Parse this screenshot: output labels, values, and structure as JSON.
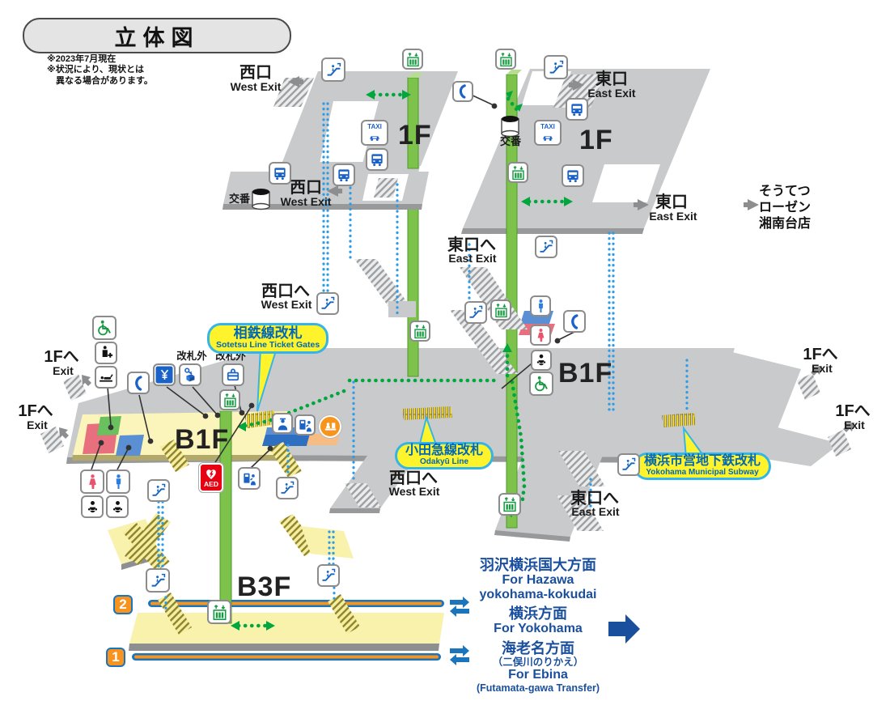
{
  "title": "立体図",
  "notes": {
    "line1": "※2023年7月現在",
    "line2": "※状況により、現状とは",
    "line3": "異なる場合があります。"
  },
  "floor_labels": {
    "f1_west": "1F",
    "f1_east": "1F",
    "b1f_west": "B1F",
    "b1f_east": "B1F",
    "b3f": "B3F"
  },
  "exit_labels": {
    "west": {
      "jp": "西口",
      "en": "West Exit"
    },
    "east": {
      "jp": "東口",
      "en": "East Exit"
    },
    "to_west": {
      "jp": "西口へ",
      "en": "West Exit"
    },
    "to_east": {
      "jp": "東口へ",
      "en": "East Exit"
    },
    "to_1f": {
      "jp": "1Fへ",
      "en": "Exit"
    }
  },
  "callouts": {
    "sotetsu": {
      "jp": "相鉄線改札",
      "en": "Sotetsu Line Ticket Gates"
    },
    "odakyu": {
      "jp": "小田急線改札",
      "en": "Odakyū Line"
    },
    "subway": {
      "jp": "横浜市営地下鉄改札",
      "en": "Yokohama Municipal Subway"
    }
  },
  "facility_labels": {
    "koban": "交番",
    "outside_gates": "改札外",
    "taxi": "TAXI",
    "aed": "AED"
  },
  "store": {
    "line1": "そうてつ",
    "line2": "ローゼン",
    "line3": "湘南台店"
  },
  "platforms": {
    "track2": "2",
    "track1": "1"
  },
  "directions": {
    "hazawa_jp": "羽沢横浜国大方面",
    "hazawa_en1": "For Hazawa",
    "hazawa_en2": "yokohama-kokudai",
    "yokohama_jp": "横浜方面",
    "yokohama_en": "For Yokohama",
    "ebina_jp": "海老名方面",
    "ebina_note_jp": "（二俣川のりかえ）",
    "ebina_en": "For Ebina",
    "ebina_note_en": "(Futamata-gawa Transfer)"
  },
  "icon_legend": {
    "escalator-icon": "escalator",
    "elevator-icon": "elevator",
    "taxi-icon": "taxi stand",
    "bus-icon": "bus stop",
    "phone-icon": "public telephone",
    "wheelchair-icon": "accessible facility",
    "male-toilet-icon": "men's toilet",
    "female-toilet-icon": "women's toilet",
    "baby-icon": "baby care seat",
    "first-aid-icon": "multi-purpose / first-aid room",
    "diaper-icon": "diaper changing station",
    "atm-icon": "ATM (yen)",
    "coin-locker-icon": "coin lockers (outside gates)",
    "baggage-locker-icon": "lockers (outside gates)",
    "staff-gate-icon": "staffed ticket gate",
    "ticket-machine-icon": "ticket vending machine",
    "info-counter-icon": "ticket office / information counter",
    "aed-icon": "AED",
    "police-box-icon": "police box (koban)"
  },
  "colors": {
    "floor_gray": "#c9cacb",
    "floor_edge": "#97999b",
    "paid_area_yellow": "#fbf4bb",
    "platform_yellow": "#f8f2ac",
    "shaft_green": "#7dc24b",
    "route_green": "#00a73c",
    "connector_blue": "#2d9ce8",
    "callout_yellow": "#fff32c",
    "callout_border": "#35b5e7",
    "callout_text": "#0068b7",
    "direction_blue": "#1a4f9d",
    "track_orange": "#f7931e",
    "track_blue": "#1b75bc",
    "icon_blue": "#1b62c8",
    "green": "#169a41",
    "female_red": "#e8536e",
    "male_blue": "#2a7de1",
    "aed_red": "#e60012",
    "info_orange": "#f7941d"
  }
}
